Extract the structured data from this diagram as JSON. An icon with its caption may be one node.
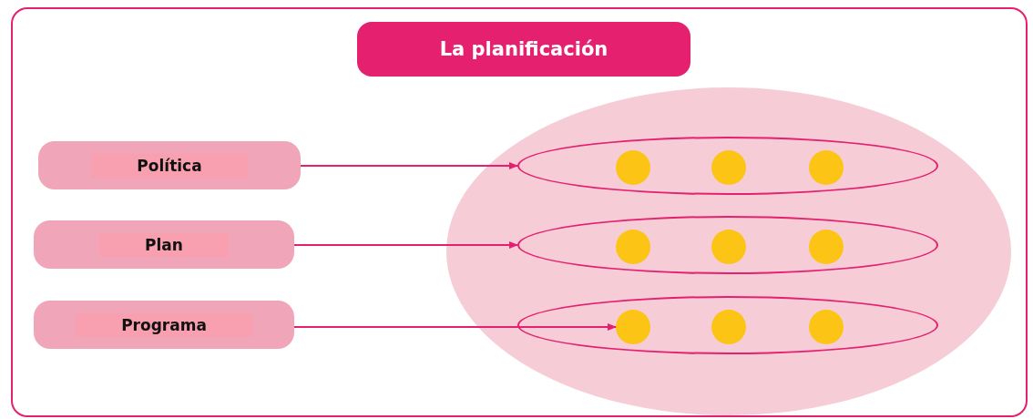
{
  "diagram": {
    "title": "La planificación",
    "nodes": [
      {
        "text": [
          "Política"
        ]
      },
      {
        "text": [
          "Plan"
        ]
      },
      {
        "text": [
          "Programa"
        ]
      },
      {
        "text": [],
        "shape": "ellipse"
      },
      {
        "text": [],
        "shape": "ellipse",
        "in": 3
      },
      {
        "text": [],
        "shape": "circle",
        "in": 4
      },
      {
        "text": [],
        "shape": "circle",
        "in": 4
      },
      {
        "text": [],
        "shape": "circle",
        "in": 4
      },
      {
        "text": [],
        "shape": "ellipse",
        "in": 3
      },
      {
        "text": [],
        "shape": "circle",
        "in": 8
      },
      {
        "text": [],
        "shape": "circle",
        "in": 8
      },
      {
        "text": [],
        "shape": "circle",
        "in": 8
      },
      {
        "text": [],
        "shape": "ellipse",
        "in": 3
      },
      {
        "text": [],
        "shape": "circle",
        "in": 12
      },
      {
        "text": [],
        "shape": "circle",
        "in": 12
      },
      {
        "text": [],
        "shape": "circle",
        "in": 12
      }
    ],
    "edges": [
      {
        "from": 0,
        "to": 4,
        "arrow": "to"
      },
      {
        "from": 1,
        "to": 8,
        "arrow": "to"
      },
      {
        "from": 2,
        "to": 13,
        "arrow": "to"
      }
    ]
  }
}
